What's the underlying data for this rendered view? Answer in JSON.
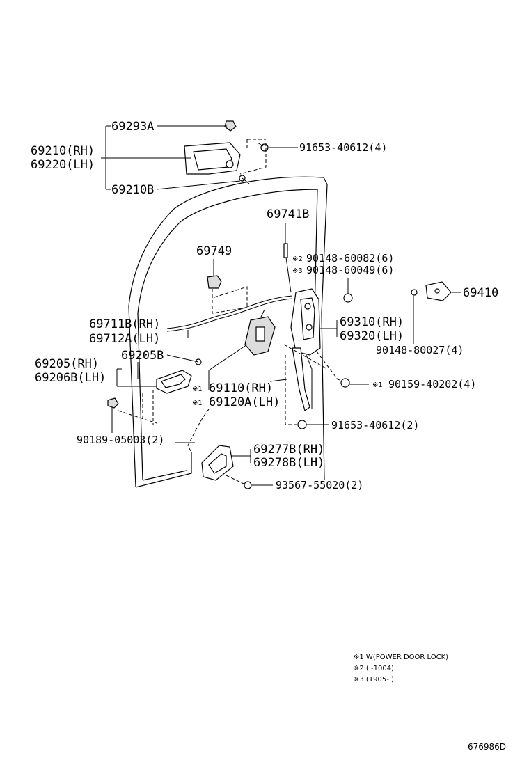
{
  "callouts": {
    "p69293A": "69293A",
    "p69210RH": "69210(RH)",
    "p69220LH": "69220(LH)",
    "p69210B": "69210B",
    "p91653_4": "91653-40612(4)",
    "p69741B": "69741B",
    "p69749": "69749",
    "p90148_60082": "90148-60082(6)",
    "p90148_60049": "90148-60049(6)",
    "p69410": "69410",
    "p69711B": "69711B(RH)",
    "p69712A": "69712A(LH)",
    "p69310": "69310(RH)",
    "p69320": "69320(LH)",
    "p90148_80027": "90148-80027(4)",
    "p69205RH": "69205(RH)",
    "p69206B": "69206B(LH)",
    "p69205B": "69205B",
    "p69110": "69110(RH)",
    "p69120A": "69120A(LH)",
    "p90159": "90159-40202(4)",
    "p91653_2": "91653-40612(2)",
    "p90189": "90189-05003(2)",
    "p69277B": "69277B(RH)",
    "p69278B": "69278B(LH)",
    "p93567": "93567-55020(2)"
  },
  "marks": {
    "m1": "※1",
    "m2": "※2",
    "m3": "※3"
  },
  "legend": {
    "n1": "※1 W(POWER DOOR LOCK)",
    "n2": "※2 (        -1004)",
    "n3": "※3 (1905-        )"
  },
  "reference_code": "676986D"
}
